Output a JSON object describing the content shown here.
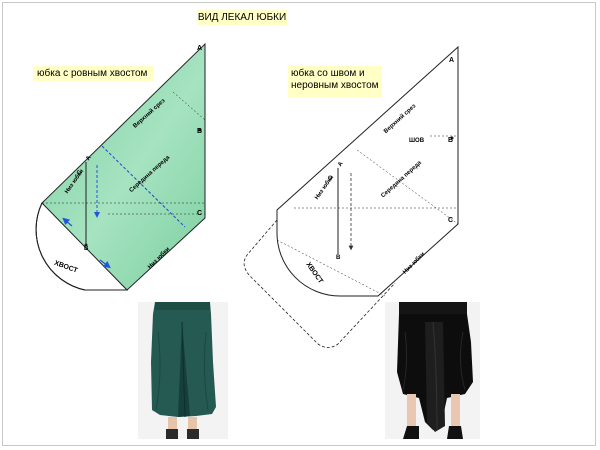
{
  "title": "ВИД ЛЕКАЛ ЮБКИ",
  "left_pattern": {
    "caption": "юбка с ровным хвостом",
    "fill_color": "#8fd6ad",
    "point_a_top": "A",
    "point_b": "B",
    "point_c": "C",
    "waist_label": "Верхний срез",
    "middle_label": "Середина переда",
    "hem_left_label": "Низ юбки",
    "hem_right_label": "Низ юбки",
    "tail_label": "ХВОСТ",
    "inner_c": "C",
    "inner_a": "A",
    "inner_b": "B"
  },
  "right_pattern": {
    "caption": "юбка со швом и неровным хвостом",
    "point_a_top": "A",
    "point_b": "B",
    "point_c": "C",
    "seam_label": "ШОВ",
    "waist_label": "Верхний срез",
    "middle_label": "Середина переда",
    "hem_left_label": "Низ юбки",
    "hem_right_label": "Низ юбки",
    "tail_label": "ХВОСТ",
    "inner_c": "C",
    "inner_a": "A",
    "inner_b": "B"
  },
  "photos": {
    "left": "green-skirt-photo",
    "right": "black-skirt-photo"
  }
}
